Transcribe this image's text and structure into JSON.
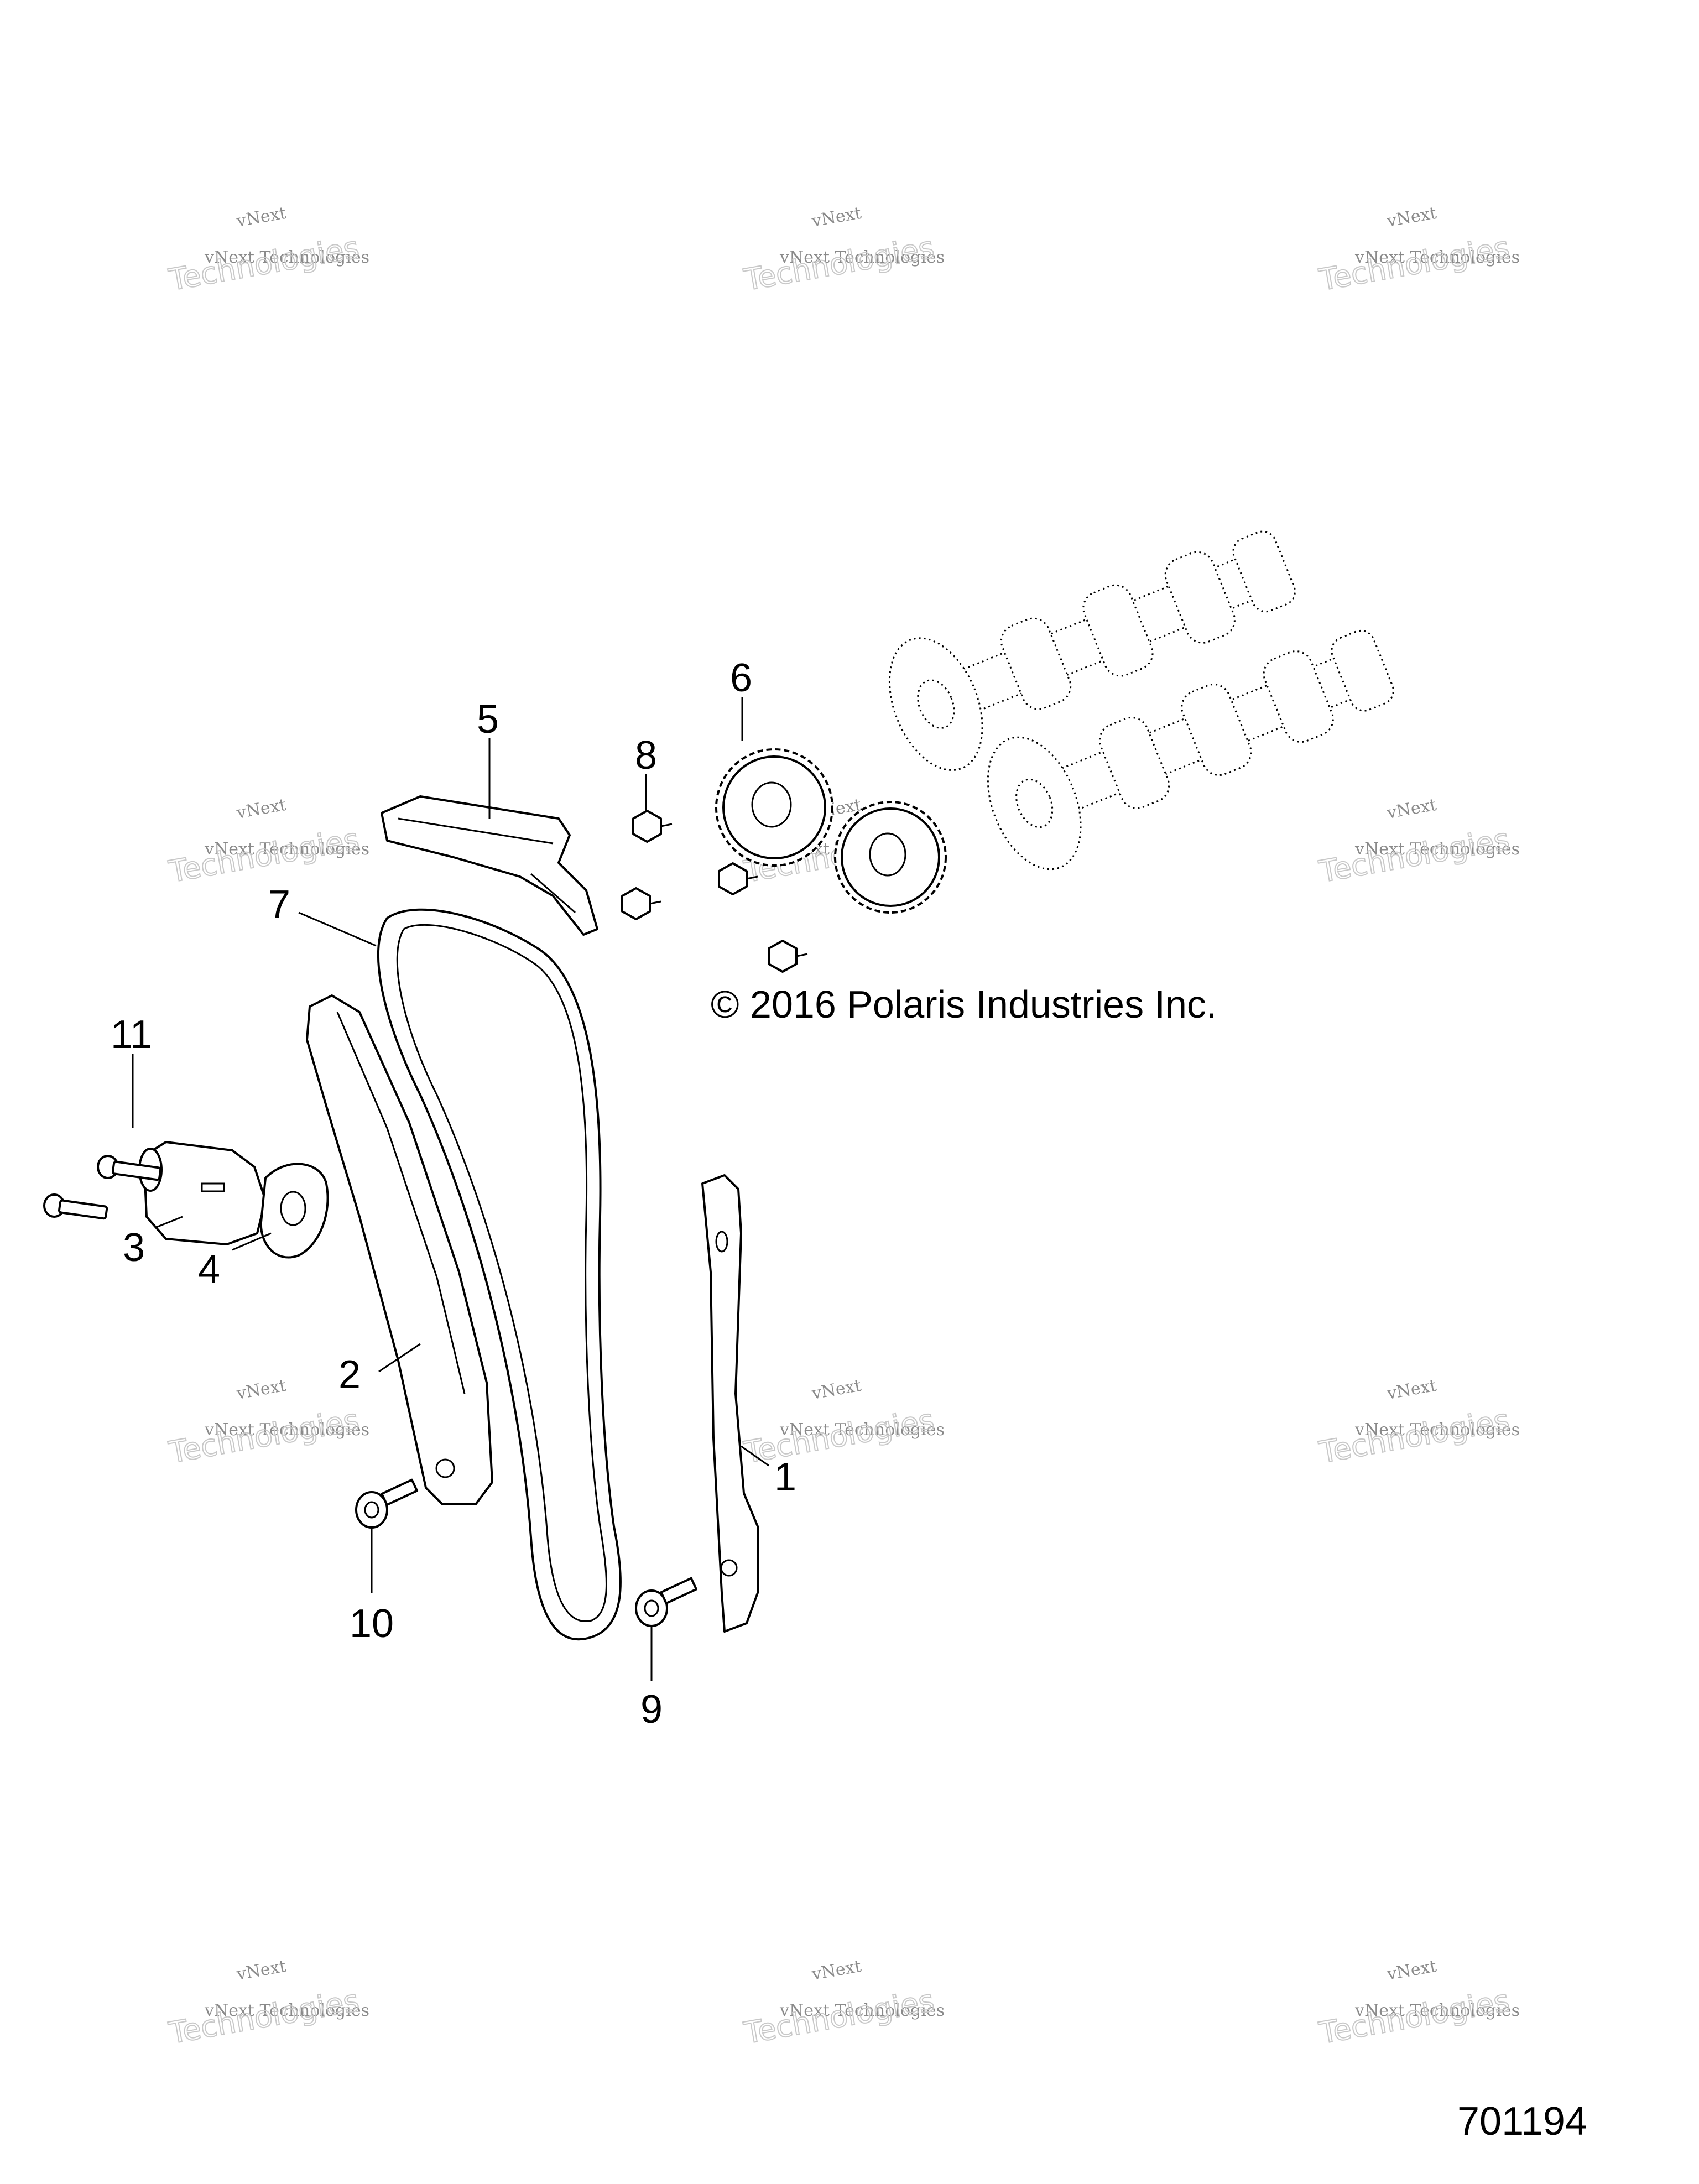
{
  "watermark": {
    "line1": "vNext",
    "line2": "vNext Technologies",
    "line3": "Technologies"
  },
  "copyright": "© 2016 Polaris Industries Inc.",
  "document_number": "701194",
  "callouts": {
    "c1": "1",
    "c2": "2",
    "c3": "3",
    "c4": "4",
    "c5": "5",
    "c6": "6",
    "c7": "7",
    "c8": "8",
    "c9": "9",
    "c10": "10",
    "c11": "11"
  }
}
